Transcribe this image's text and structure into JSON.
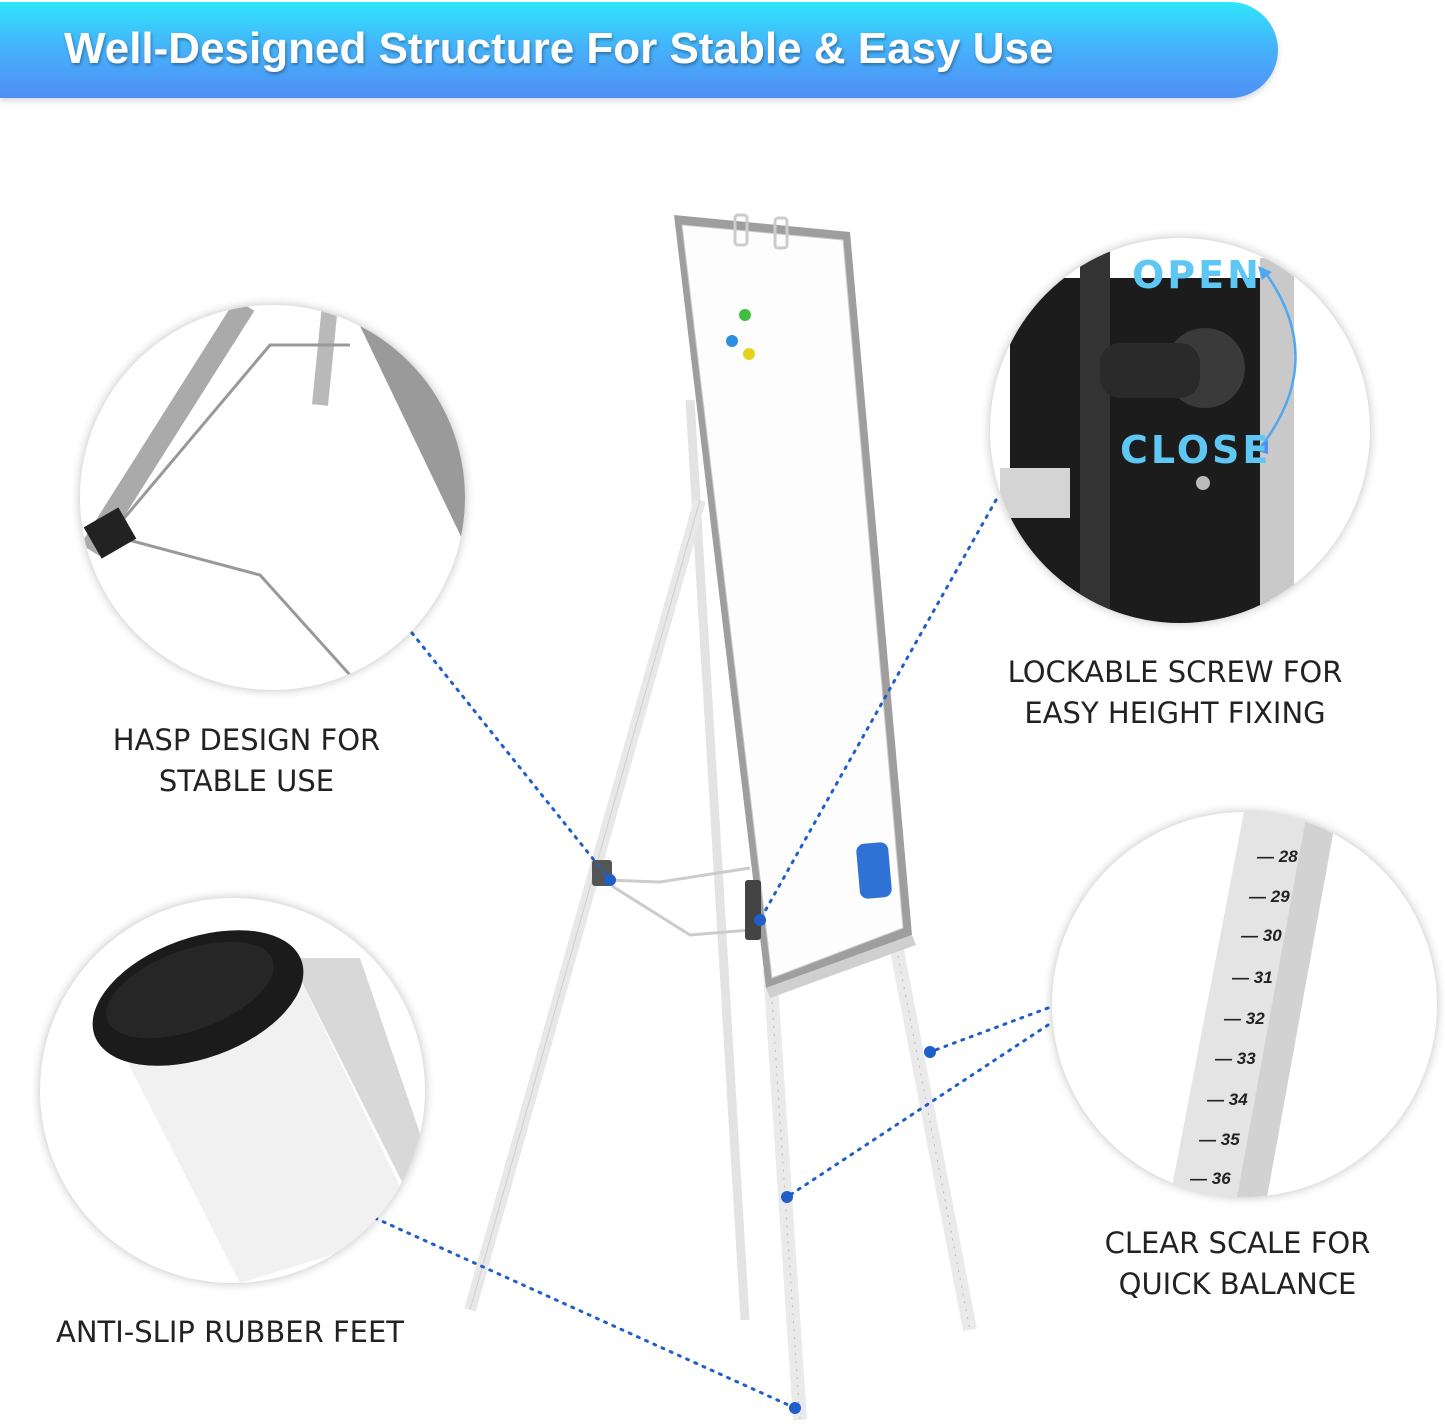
{
  "banner": {
    "title": "Well-Designed Structure For Stable & Easy Use",
    "gradient_top": "#2ee6fb",
    "gradient_bottom": "#4f8ff4"
  },
  "callouts": [
    {
      "id": "hasp",
      "lines": [
        "HASP DESIGN FOR",
        "STABLE USE"
      ]
    },
    {
      "id": "screw",
      "lines": [
        "LOCKABLE SCREW FOR",
        "EASY HEIGHT FIXING"
      ],
      "labels": {
        "open": "OPEN",
        "close": "CLOSE"
      }
    },
    {
      "id": "feet",
      "lines": [
        "ANTI-SLIP RUBBER FEET"
      ]
    },
    {
      "id": "scale",
      "lines": [
        "CLEAR SCALE FOR",
        "QUICK BALANCE"
      ],
      "ticks": [
        "28",
        "29",
        "30",
        "31",
        "32",
        "33",
        "34",
        "35",
        "36"
      ]
    }
  ],
  "accent_color": "#1f5fc7"
}
